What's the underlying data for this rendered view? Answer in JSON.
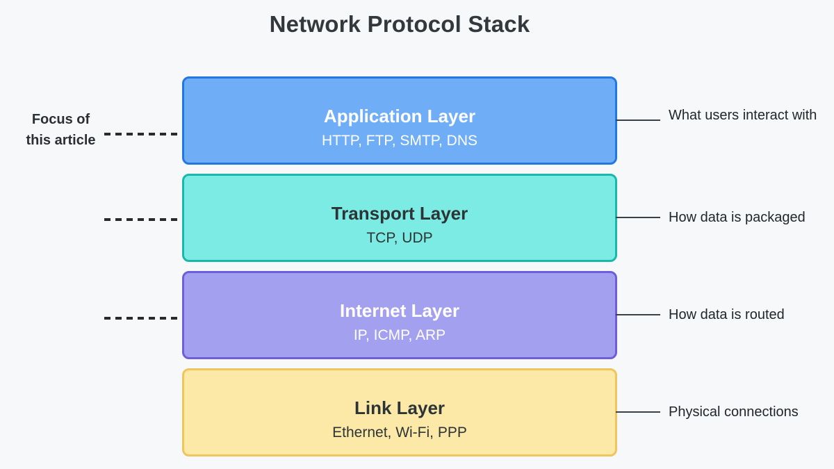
{
  "page": {
    "title": "Network Protocol Stack",
    "background": "#f7f8fa",
    "title_color": "#33383d"
  },
  "focus_label": {
    "line1": "Focus of",
    "line2": "this article"
  },
  "layers": [
    {
      "title": "Application Layer",
      "protocols": "HTTP, FTP, SMTP, DNS",
      "annotation": "What users interact with",
      "fill": "#6faef6",
      "border": "#2377e0",
      "text_color": "#ffffff",
      "has_focus_dash": true
    },
    {
      "title": "Transport Layer",
      "protocols": "TCP, UDP",
      "annotation": "How data is packaged",
      "fill": "#7cebe3",
      "border": "#19b8ad",
      "text_color": "#2d3436",
      "has_focus_dash": true
    },
    {
      "title": "Internet Layer",
      "protocols": "IP, ICMP, ARP",
      "annotation": "How data is routed",
      "fill": "#a3a0f0",
      "border": "#6e5ed8",
      "text_color": "#ffffff",
      "has_focus_dash": true
    },
    {
      "title": "Link Layer",
      "protocols": "Ethernet, Wi-Fi, PPP",
      "annotation": "Physical connections",
      "fill": "#fce9a8",
      "border": "#efc55c",
      "text_color": "#2d3436",
      "has_focus_dash": false
    }
  ]
}
